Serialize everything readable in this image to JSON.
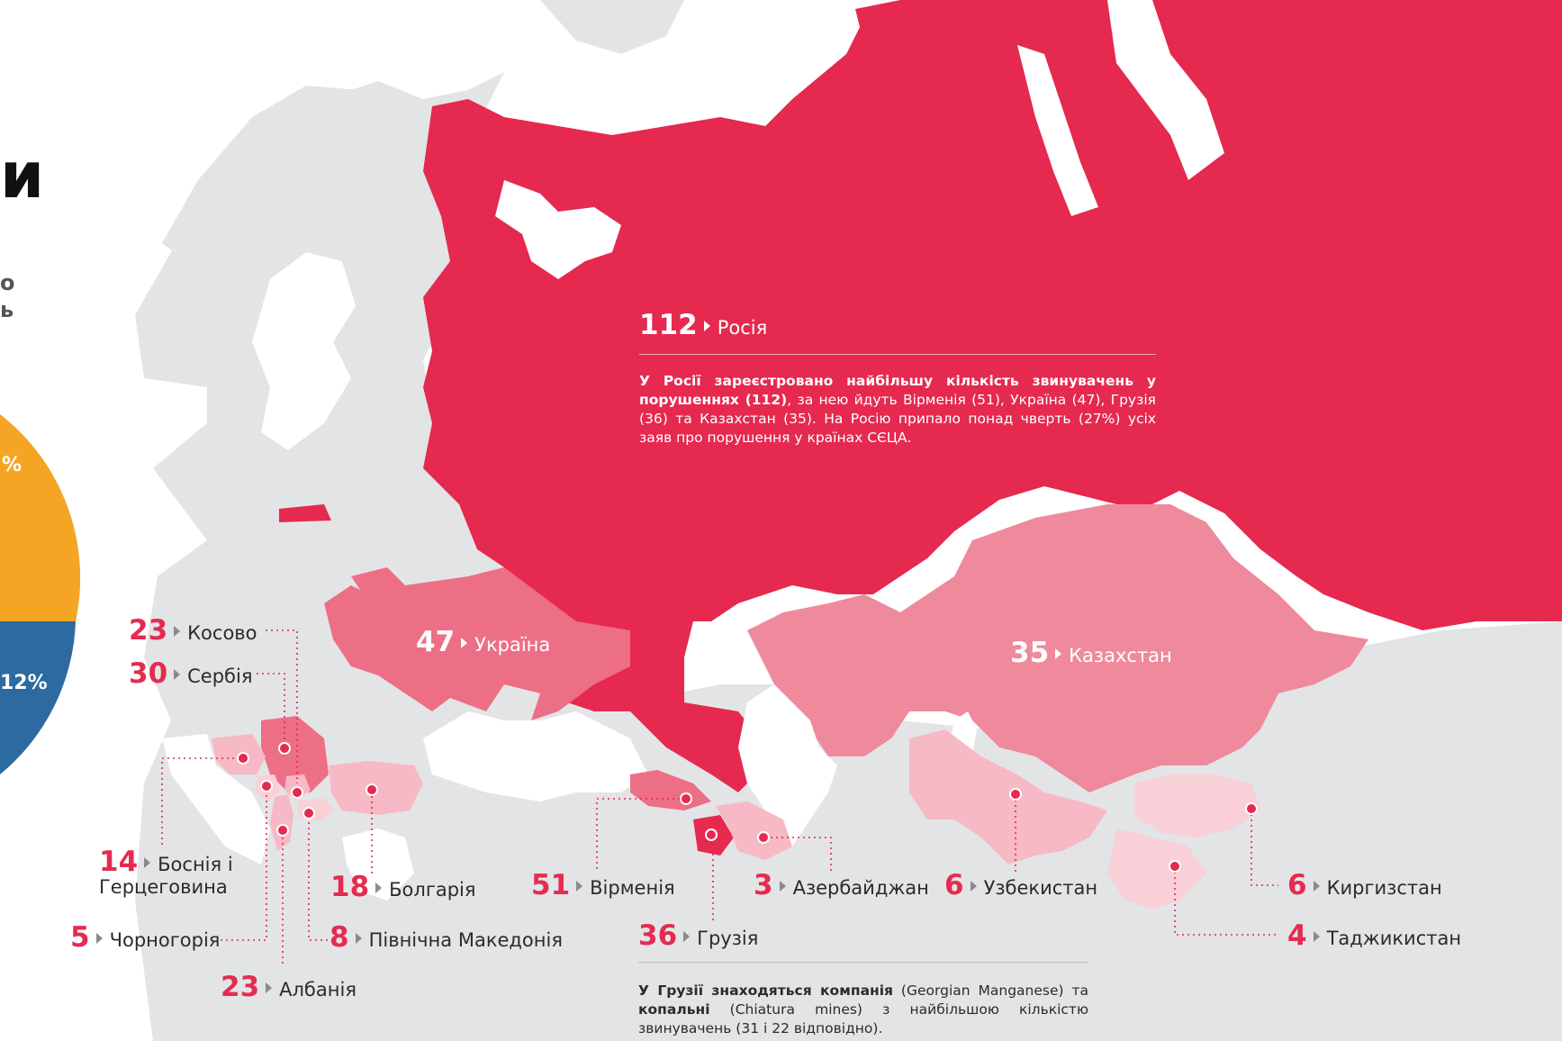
{
  "left_panel": {
    "title_fragment": "и",
    "subtitle_line1": "о",
    "subtitle_line2": "ь",
    "pie_labels": [
      "%",
      "12%"
    ]
  },
  "colors": {
    "russia": "#e5294f",
    "high": "#ec6f86",
    "mid": "#ee8a9c",
    "low": "#f6b9c5",
    "lowest": "#f9d0d8",
    "land": "#e3e4e6",
    "water": "#ffffff",
    "pie_orange": "#f5a524",
    "pie_blue": "#2c6aa0",
    "accent": "#e52b50"
  },
  "russia": {
    "count": "112",
    "name": "Росія",
    "note_bold": "У Росії зареєстровано найбільшу кількість звинувачень у порушеннях (112)",
    "note_rest": ", за нею йдуть Вірменія (51), Україна (47), Грузія (36) та Казахстан (35). На Росію припало понад чверть (27%) усіх заяв про порушення у країнах СЄЦА."
  },
  "map_labels": {
    "ukraine": {
      "count": "47",
      "name": "Україна"
    },
    "kazakhstan": {
      "count": "35",
      "name": "Казахстан"
    }
  },
  "callouts": {
    "kosovo": {
      "count": "23",
      "name": "Косово"
    },
    "serbia": {
      "count": "30",
      "name": "Сербія"
    },
    "bosnia": {
      "count": "14",
      "name_line1": "Боснія і",
      "name_line2": "Герцеговина"
    },
    "montenegro": {
      "count": "5",
      "name": "Чорногорія"
    },
    "albania": {
      "count": "23",
      "name": "Албанія"
    },
    "bulgaria": {
      "count": "18",
      "name": "Болгарія"
    },
    "north_macedonia": {
      "count": "8",
      "name": "Північна Македонія"
    },
    "armenia": {
      "count": "51",
      "name": "Вірменія"
    },
    "georgia": {
      "count": "36",
      "name": "Грузія"
    },
    "azerbaijan": {
      "count": "3",
      "name": "Азербайджан"
    },
    "uzbekistan": {
      "count": "6",
      "name": "Узбекистан"
    },
    "kyrgyzstan": {
      "count": "6",
      "name": "Киргизстан"
    },
    "tajikistan": {
      "count": "4",
      "name": "Таджикистан"
    }
  },
  "georgia_note": {
    "p1_bold": "У Грузії знаходяться компанія",
    "p1_rest": " (Georgian Manganese) та ",
    "p2_bold": "копальні",
    "p2_rest": " (Chiatura mines) з найбільшою кількістю звинувачень (31 і 22 відповідно)."
  }
}
